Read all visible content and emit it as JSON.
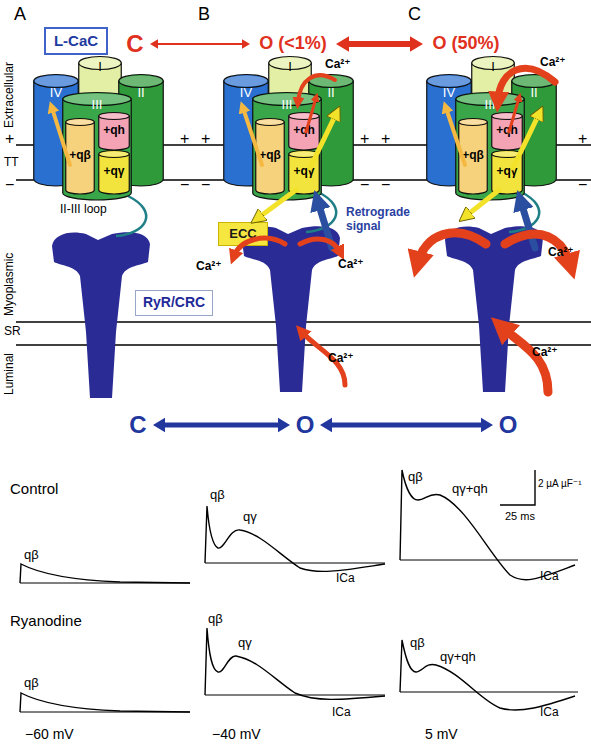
{
  "diagram": {
    "nodes": [
      {
        "text": [
          "L-CaC"
        ]
      },
      {
        "text": [
          "C"
        ]
      },
      {
        "text": [
          "O (<1%)"
        ]
      },
      {
        "text": [
          "O (50%)"
        ]
      },
      {
        "text": [
          "I"
        ]
      },
      {
        "text": [
          "IV"
        ]
      },
      {
        "text": [
          "II"
        ]
      },
      {
        "text": [
          "III"
        ]
      },
      {
        "text": [
          "+qβ"
        ],
        "in": 7
      },
      {
        "text": [
          "+qh"
        ],
        "in": 7
      },
      {
        "text": [
          "+qγ"
        ],
        "in": 7
      },
      {
        "text": [
          "I"
        ]
      },
      {
        "text": [
          "IV"
        ]
      },
      {
        "text": [
          "II"
        ]
      },
      {
        "text": [
          "III"
        ]
      },
      {
        "text": [
          "+qβ"
        ],
        "in": 14
      },
      {
        "text": [
          "+qh"
        ],
        "in": 14
      },
      {
        "text": [
          "+qγ"
        ],
        "in": 14
      },
      {
        "text": [
          "I"
        ]
      },
      {
        "text": [
          "IV"
        ]
      },
      {
        "text": [
          "II"
        ]
      },
      {
        "text": [
          "III"
        ]
      },
      {
        "text": [
          "+qβ"
        ],
        "in": 21
      },
      {
        "text": [
          "+qh"
        ],
        "in": 21
      },
      {
        "text": [
          "+qγ"
        ],
        "in": 21
      },
      {
        "text": [
          "ECC"
        ]
      },
      {
        "text": [
          "RyR/CRC"
        ]
      },
      {
        "text": [
          "C"
        ]
      },
      {
        "text": [
          "O"
        ]
      },
      {
        "text": [
          "O"
        ]
      }
    ],
    "edges": [
      {
        "from": 1,
        "to": 2,
        "arrow": "both"
      },
      {
        "from": 2,
        "to": 3,
        "arrow": "both"
      },
      {
        "from": 27,
        "to": 28,
        "arrow": "both"
      },
      {
        "from": 28,
        "to": 29,
        "arrow": "both"
      }
    ],
    "labels": [
      "A",
      "B",
      "C",
      "Extracellular",
      "+",
      "+",
      "+",
      "+",
      "+",
      "+",
      "TT",
      "−",
      "−",
      "−",
      "−",
      "−",
      "−",
      "Ca²⁺",
      "Ca²⁺",
      "II-III loop",
      "Myoplasmic",
      "Retrograde signal",
      "Ca²⁺",
      "Ca²⁺",
      "Ca²⁺",
      "SR",
      "Luminal",
      "Ca²⁺",
      "Ca²⁺",
      "Control",
      "qβ",
      "qβ",
      "qγ",
      "ICa",
      "qβ",
      "qγ+qh",
      "2 µA µF⁻¹",
      "25 ms",
      "ICa",
      "Ryanodine",
      "qβ",
      "qβ",
      "qγ",
      "ICa",
      "qβ",
      "qγ+qh",
      "ICa",
      "−60 mV",
      "−40 mV",
      "5 mV"
    ]
  }
}
